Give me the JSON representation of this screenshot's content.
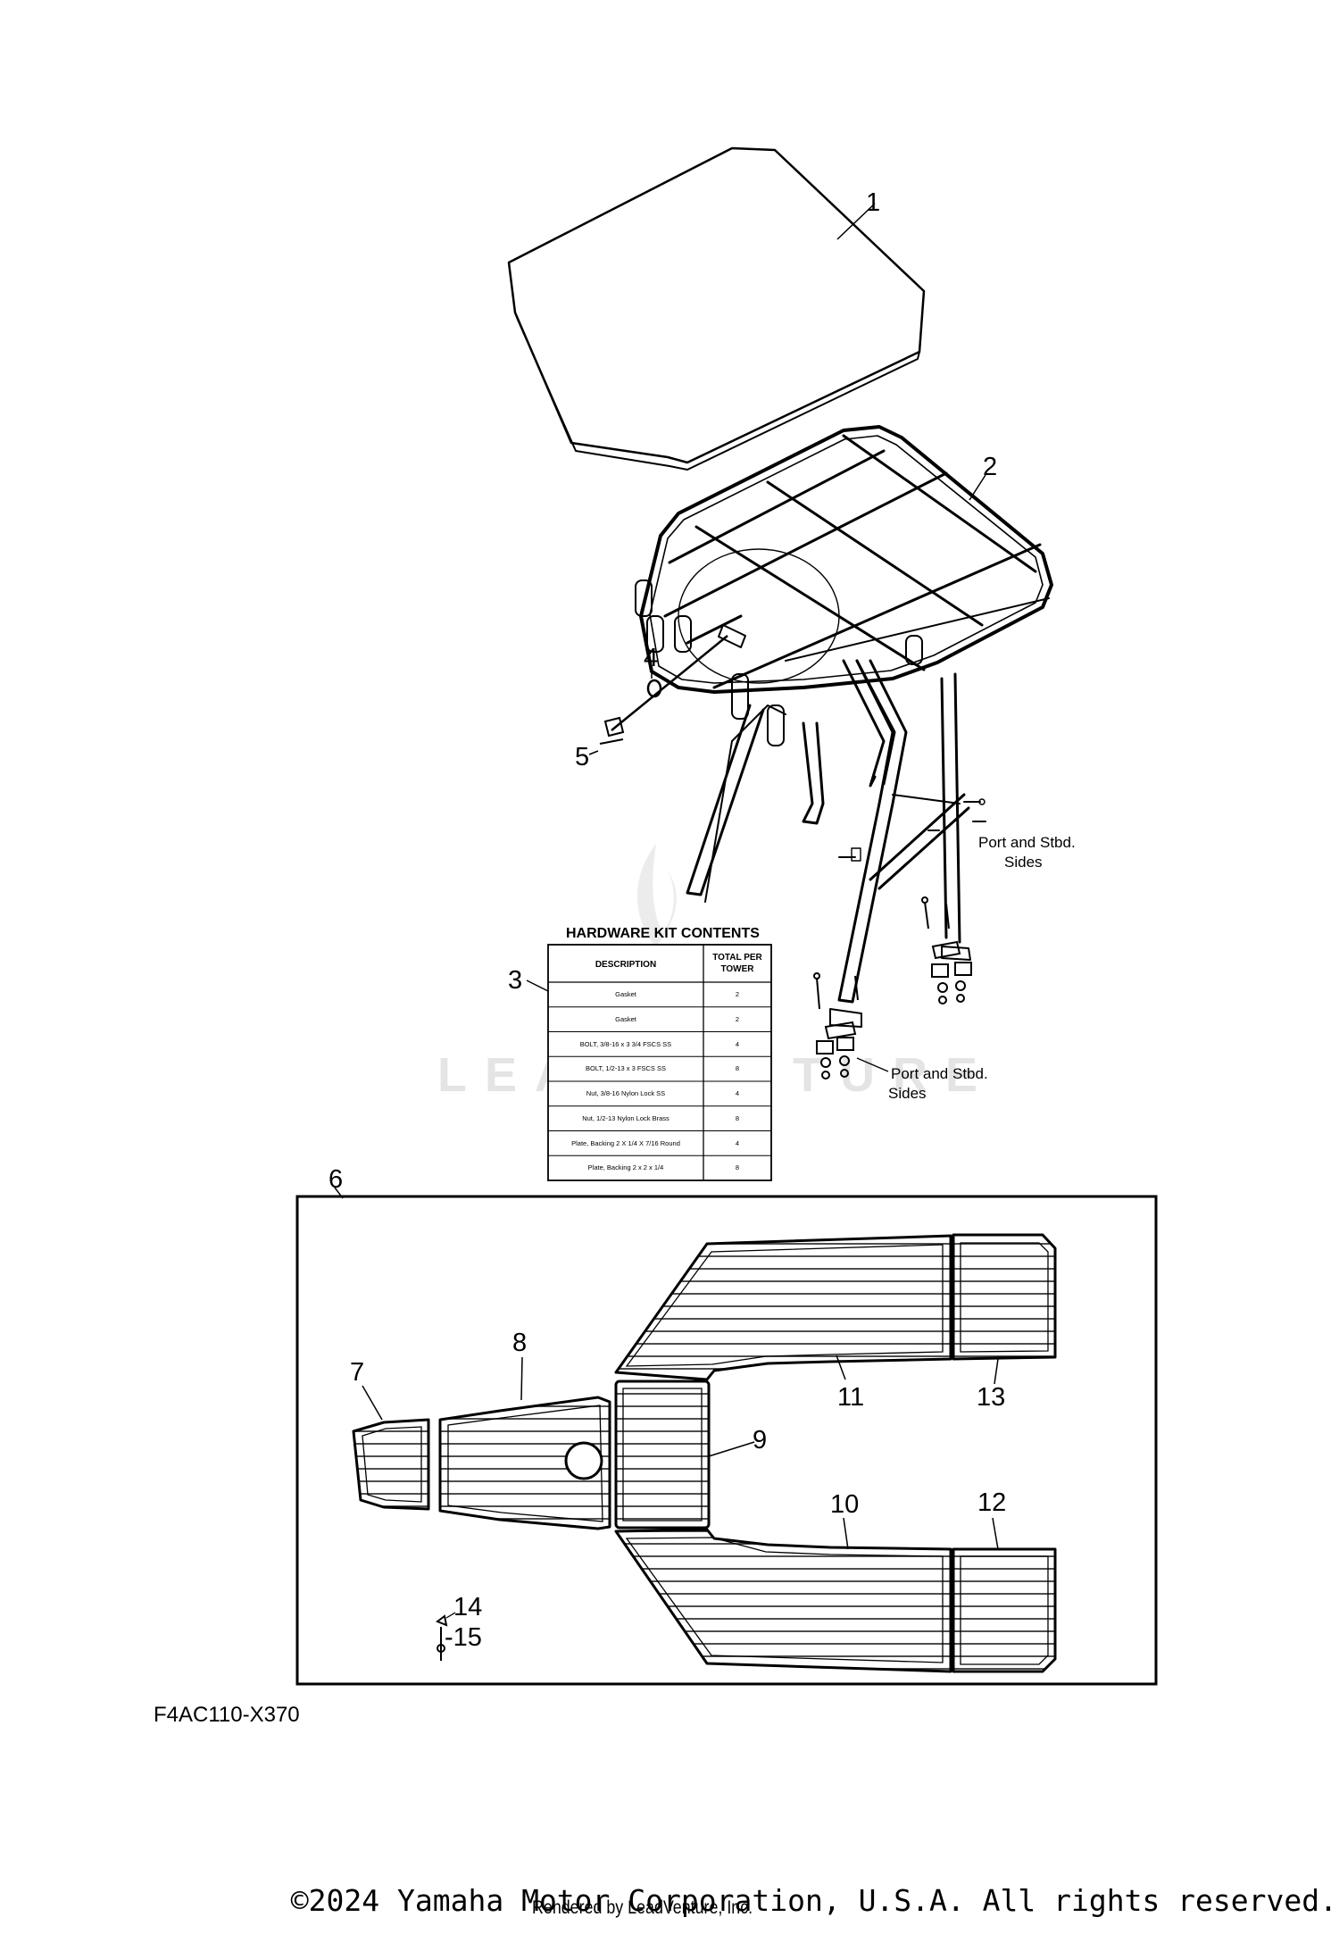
{
  "callouts": {
    "c1": "1",
    "c2": "2",
    "c3": "3",
    "c4": "4",
    "c5": "5",
    "c6": "6",
    "c7": "7",
    "c8": "8",
    "c9": "9",
    "c10": "10",
    "c11": "11",
    "c12": "12",
    "c13": "13",
    "c14": "14",
    "c15": "-15"
  },
  "notes": {
    "port_stbd_upper_line1": "Port and Stbd.",
    "port_stbd_upper_line2": "Sides",
    "port_stbd_lower_line1": "Port and Stbd.",
    "port_stbd_lower_line2": "Sides"
  },
  "hardware_kit": {
    "title": "HARDWARE KIT CONTENTS",
    "col_description": "DESCRIPTION",
    "col_total_line1": "TOTAL PER",
    "col_total_line2": "TOWER",
    "rows": [
      {
        "description": "Gasket",
        "qty": "2"
      },
      {
        "description": "Gasket",
        "qty": "2"
      },
      {
        "description": "BOLT, 3/8-16 x 3 3/4 FSCS SS",
        "qty": "4"
      },
      {
        "description": "BOLT, 1/2-13 x 3 FSCS SS",
        "qty": "8"
      },
      {
        "description": "Nut, 3/8-16 Nylon Lock SS",
        "qty": "4"
      },
      {
        "description": "Nut, 1/2-13 Nylon Lock Brass",
        "qty": "8"
      },
      {
        "description": "Plate, Backing 2 X 1/4 X 7/16 Round",
        "qty": "4"
      },
      {
        "description": "Plate, Backing 2 x 2 x 1/4",
        "qty": "8"
      }
    ]
  },
  "figure_code": "F4AC110-X370",
  "watermark": "LEADVENTURE",
  "footer": {
    "copyright": "©2024 Yamaha Motor Corporation, U.S.A. All rights reserved.",
    "rendered_by": "Rendered by LeadVenture, Inc."
  }
}
